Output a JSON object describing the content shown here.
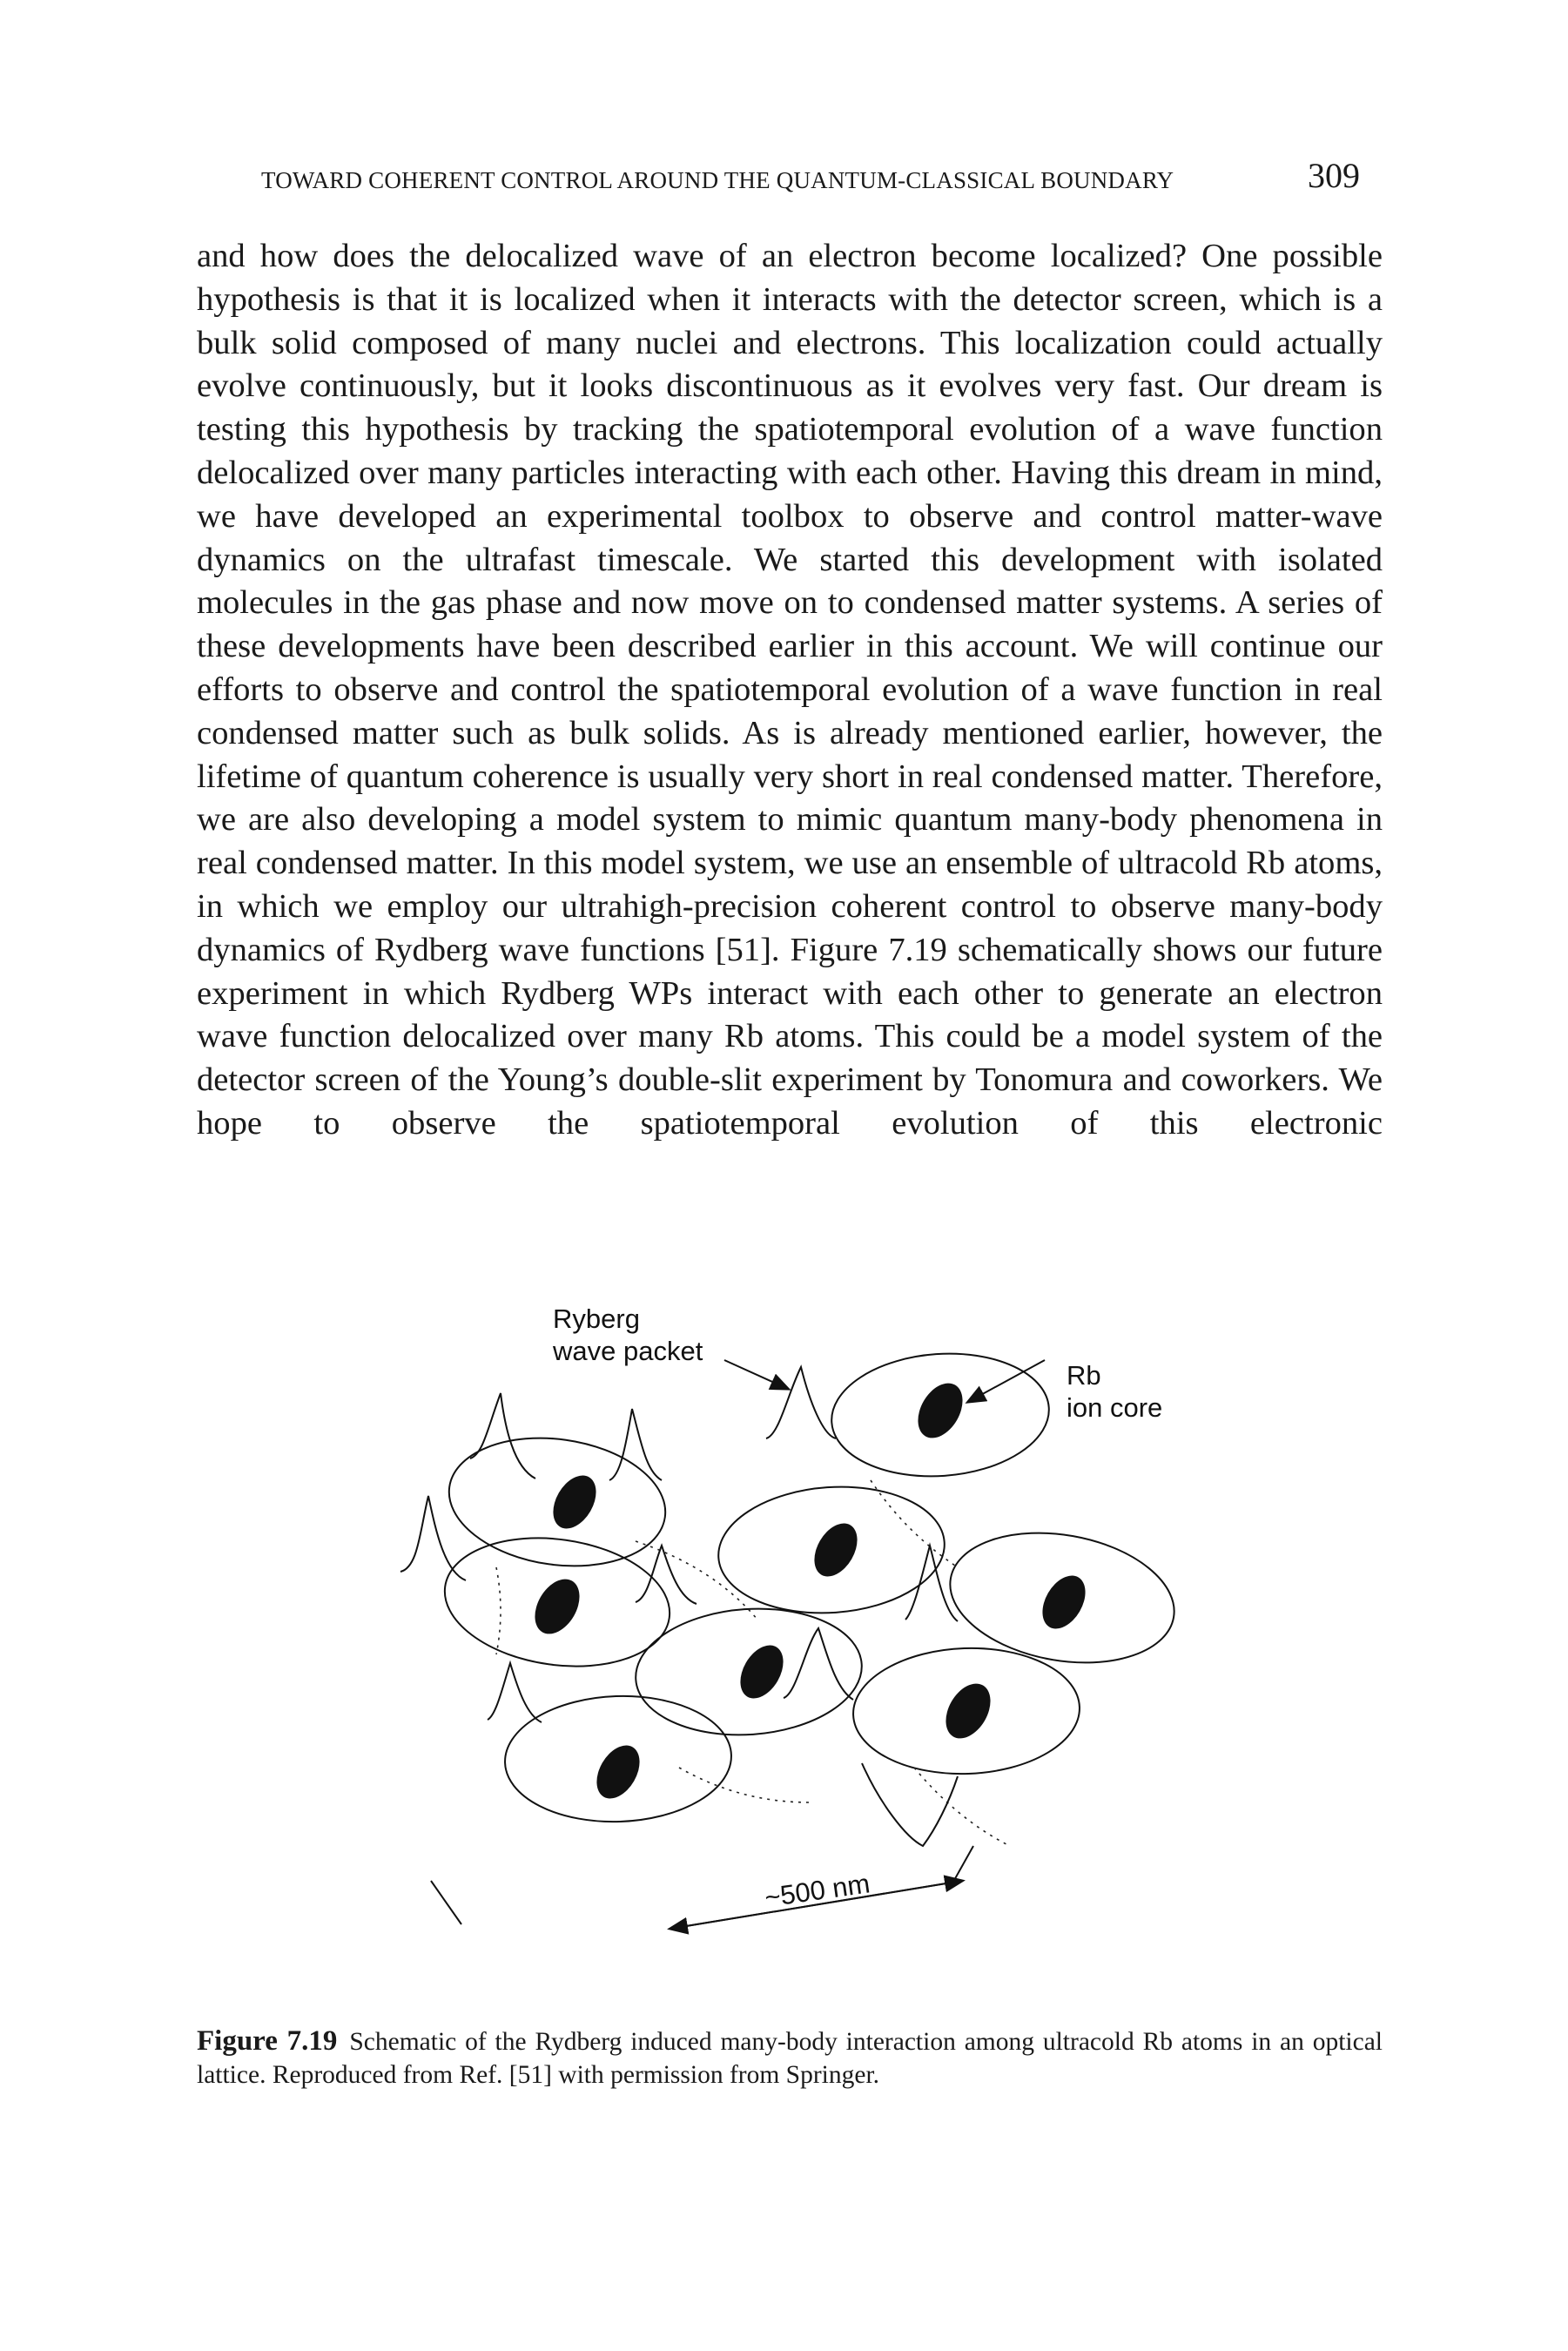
{
  "header": {
    "running_title": "TOWARD COHERENT CONTROL AROUND THE QUANTUM-CLASSICAL BOUNDARY",
    "page_number": "309"
  },
  "body": {
    "paragraph": "and how does the delocalized wave of an electron become localized? One possible hypothesis is that it is localized when it interacts with the detector screen, which is a bulk solid composed of many nuclei and electrons. This localization could actually evolve continuously, but it looks discontinuous as it evolves very fast. Our dream is testing this hypothesis by tracking the spatiotemporal evolution of a wave function delocalized over many particles interacting with each other. Having this dream in mind, we have developed an experimental toolbox to observe and control matter-wave dynamics on the ultrafast timescale. We started this development with isolated molecules in the gas phase and now move on to condensed matter systems. A series of these developments have been described earlier in this account. We will continue our efforts to observe and control the spatiotemporal evolution of a wave function in real condensed matter such as bulk solids. As is already mentioned earlier, however, the lifetime of quantum coherence is usually very short in real condensed matter. Therefore, we are also developing a model system to mimic quantum many-body phenomena in real condensed matter. In this model system, we use an ensemble of ultracold Rb atoms, in which we employ our ultrahigh-precision coherent control to observe many-body dynamics of Rydberg wave functions [51]. Figure 7.19 schematically shows our future experiment in which Rydberg WPs interact with each other to generate an electron wave function delocalized over many Rb atoms. This could be a model system of the detector screen of the Young’s double-slit experiment by Tonomura and coworkers. We hope to observe the spatiotemporal evolution of this electronic"
  },
  "figure": {
    "label_wavepacket_line1": "Ryberg",
    "label_wavepacket_line2": "wave packet",
    "label_rb_line1": "Rb",
    "label_rb_line2": "ion core",
    "label_distance": "~500 nm"
  },
  "caption": {
    "label": "Figure 7.19",
    "text": "Schematic of the Rydberg induced many-body interaction among ultracold Rb atoms in an optical lattice. Reproduced from Ref. [51] with permission from Springer."
  }
}
